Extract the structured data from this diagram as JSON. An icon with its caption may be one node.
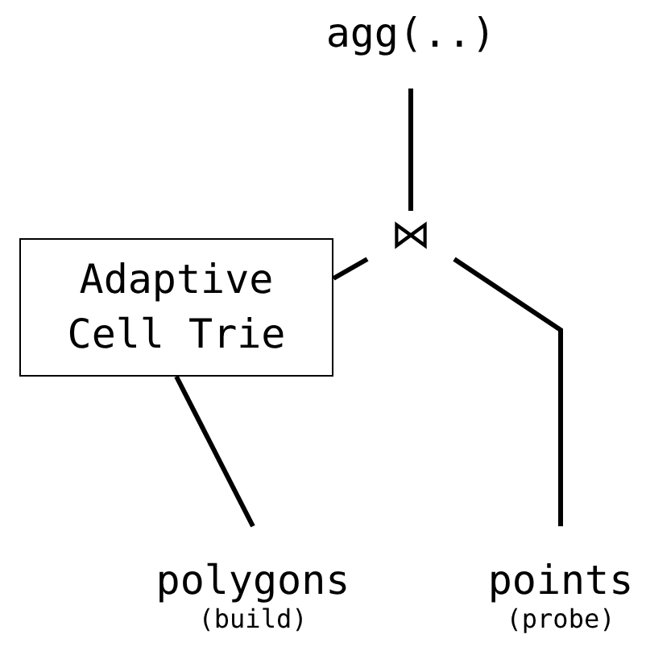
{
  "diagram": {
    "nodes": [
      {
        "text": [
          "agg(..)"
        ]
      },
      {
        "text": [
          "⋈"
        ]
      },
      {
        "text": [
          "Adaptive Cell Trie"
        ]
      },
      {
        "text": [
          "polygons"
        ],
        "beside": [
          "(build)"
        ]
      },
      {
        "text": [
          "points"
        ],
        "beside": [
          "(probe)"
        ]
      }
    ],
    "edges": [
      {
        "from": 0,
        "to": 1,
        "arrow": "none"
      },
      {
        "from": 1,
        "to": 2,
        "arrow": "none"
      },
      {
        "from": 2,
        "to": 3,
        "arrow": "none"
      },
      {
        "from": 1,
        "to": 4,
        "arrow": "none"
      }
    ]
  }
}
